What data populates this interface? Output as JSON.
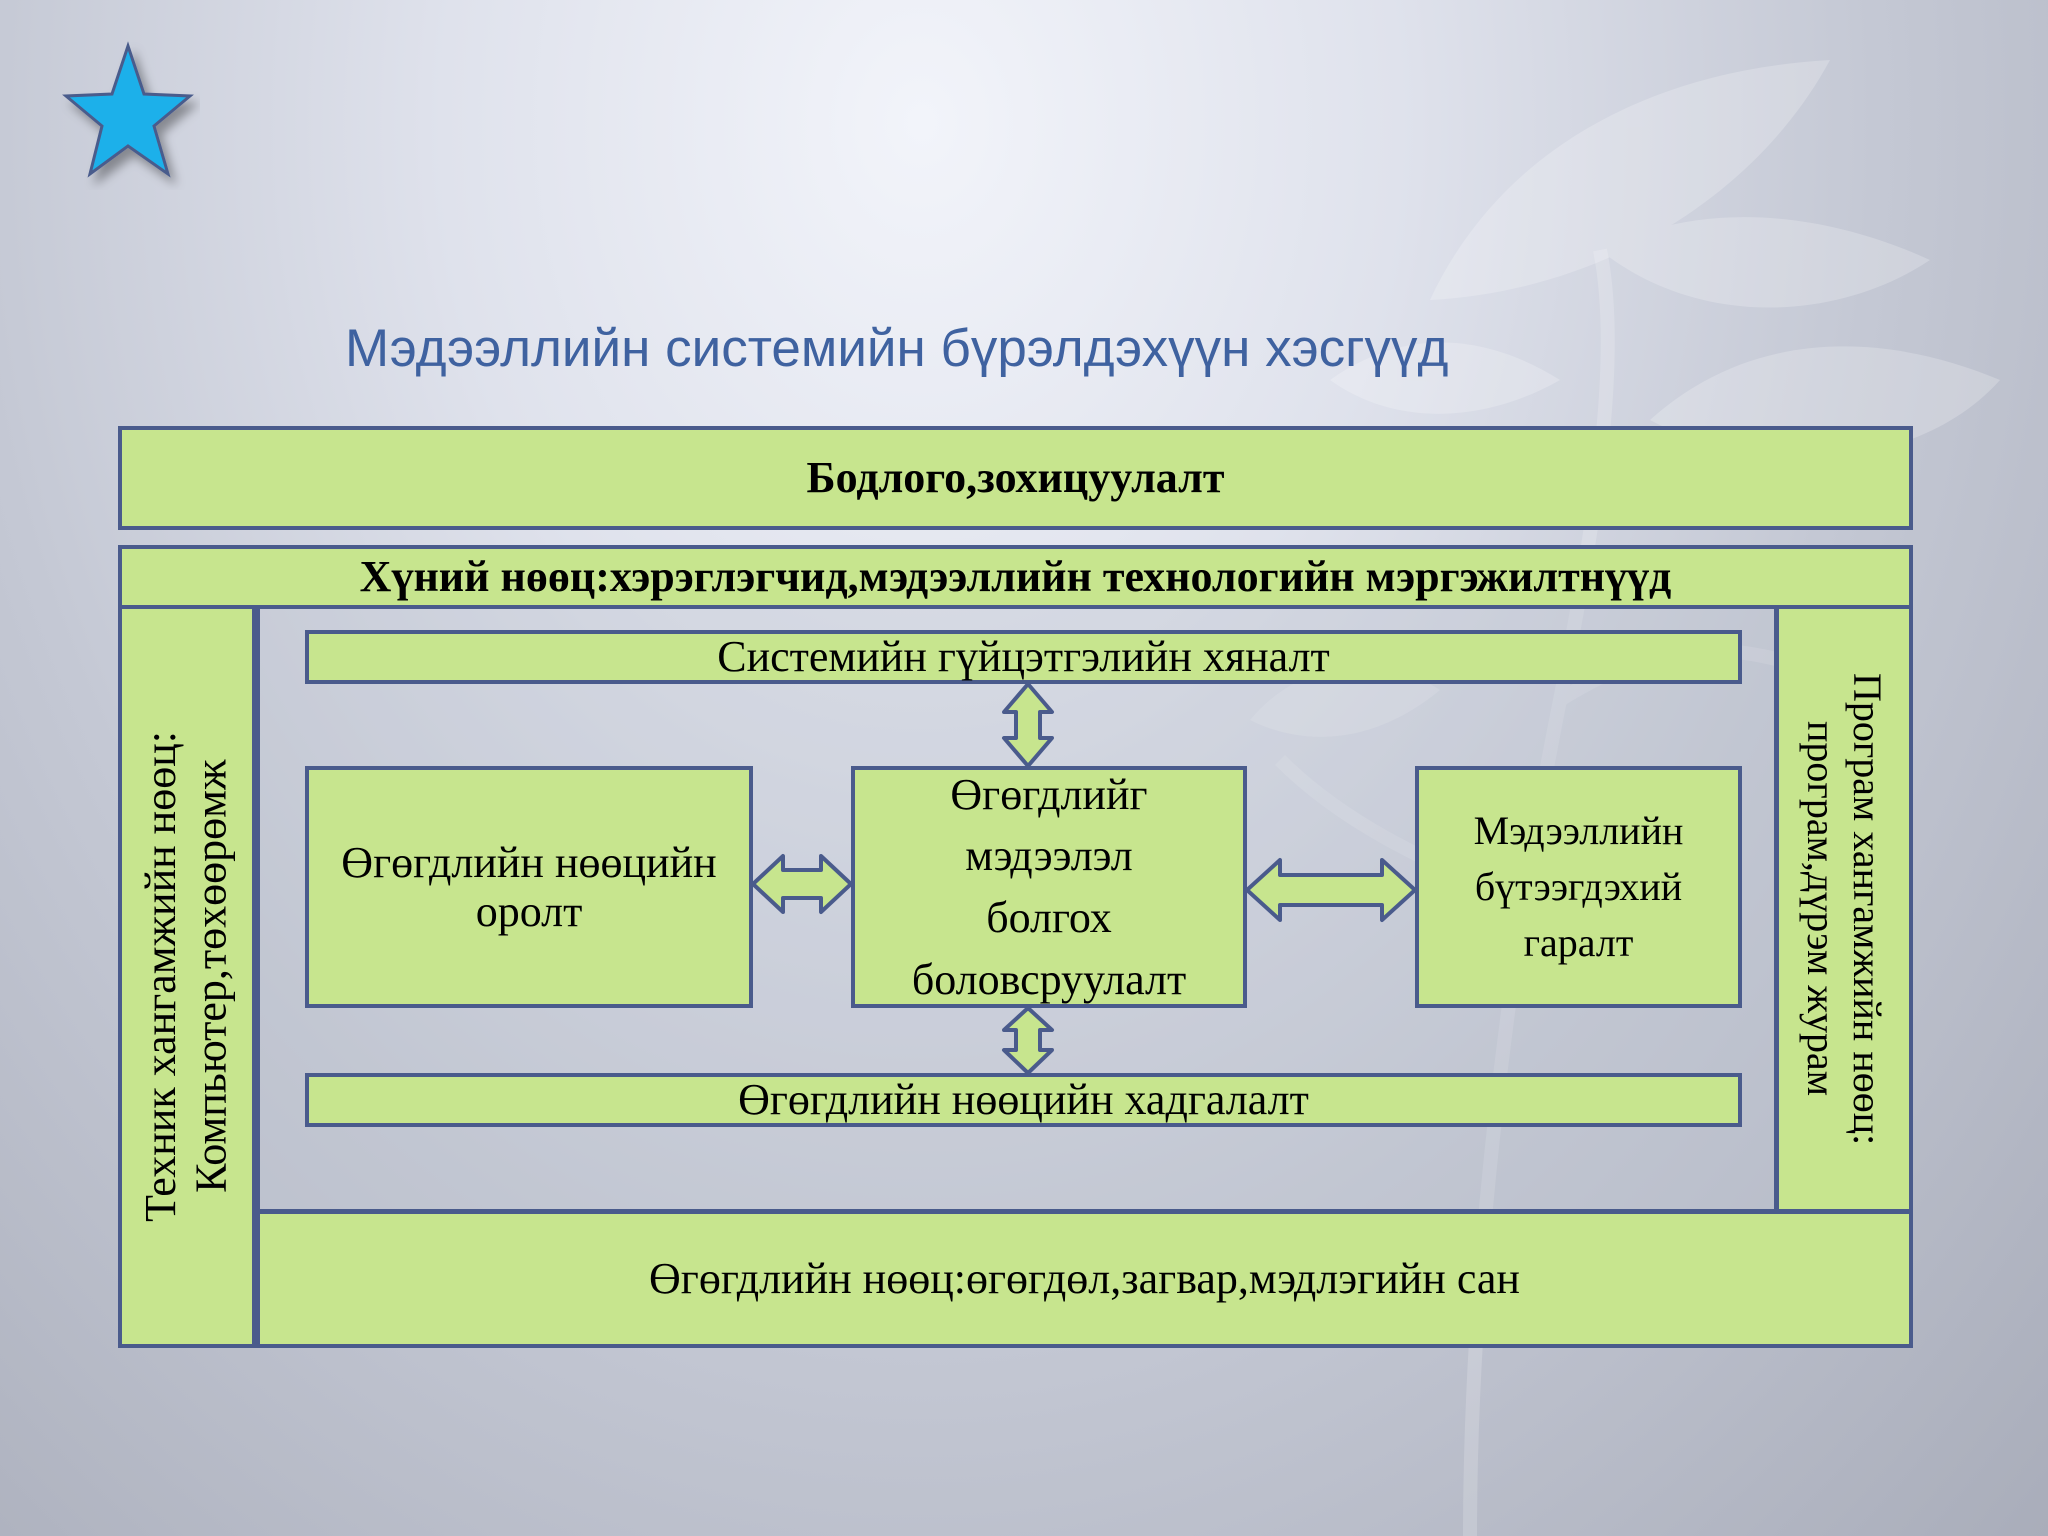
{
  "slide": {
    "title": "Мэдээллийн системийн бүрэлдэхүүн хэсгүүд"
  },
  "diagram": {
    "policy": "Бодлого,зохицуулалт",
    "human_resources": "Хүний нөөц:хэрэглэгчид,мэдээллийн технологийн мэргэжилтнүүд",
    "hardware": {
      "line1": "Техник хангамжийн нөөц:",
      "line2": "Компьютер,төхөөрөмж"
    },
    "software": {
      "line1": "Програм хангамжийн нөөц:",
      "line2": "програм,дүрэм журам"
    },
    "control": "Системийн гүйцэтгэлийн хяналт",
    "input": "Өгөгдлийн нөөцийн оролт",
    "processing": "Өгөгдлийг мэдээлэл болгох боловсруулалт",
    "output": "Мэдээллийн бүтээгдэхий гаралт",
    "storage": "Өгөгдлийн нөөцийн хадгалалт",
    "data_resources": "Өгөгдлийн нөөц:өгөгдөл,загвар,мэдлэгийн сан"
  },
  "colors": {
    "box_fill": "#c7e58e",
    "box_border": "#4a5b8c",
    "title": "#3f62a0",
    "star": "#1fb0ea"
  }
}
